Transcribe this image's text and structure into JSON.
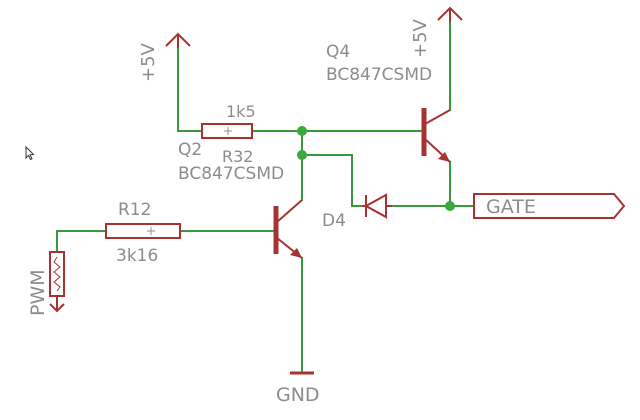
{
  "colors": {
    "wire": "#3a9a3a",
    "part": "#a83232",
    "junction": "#3aa83a",
    "label": "#8c8c8c",
    "background": "#ffffff"
  },
  "icons": {
    "cursor": "arrow-cursor-icon"
  },
  "supplies": {
    "left": "+5V",
    "right": "+5V",
    "ground": "GND"
  },
  "parts": {
    "q2": {
      "name": "Q2",
      "value": "BC847CSMD"
    },
    "q4": {
      "name": "Q4",
      "value": "BC847CSMD"
    },
    "r32": {
      "name": "R32",
      "value": "1k5"
    },
    "r12": {
      "name": "R12",
      "value": "3k16"
    },
    "d4": {
      "name": "D4"
    },
    "pwm": {
      "name": "PWM"
    }
  },
  "net_labels": {
    "gate": "GATE"
  }
}
